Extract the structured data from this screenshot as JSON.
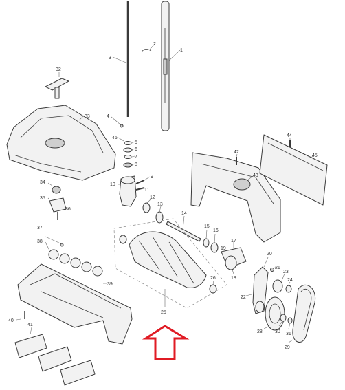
{
  "diagram": {
    "callouts": [
      "1",
      "2",
      "3",
      "4",
      "5",
      "6",
      "7",
      "8",
      "9",
      "10",
      "11",
      "12",
      "13",
      "14",
      "15",
      "16",
      "17",
      "18",
      "19",
      "20",
      "21",
      "22",
      "23",
      "24",
      "25",
      "26",
      "28",
      "29",
      "30",
      "31",
      "32",
      "33",
      "34",
      "35",
      "36",
      "37",
      "38",
      "39",
      "40",
      "41",
      "42",
      "43",
      "44",
      "45",
      "46"
    ],
    "highlight": {
      "target_part": "25",
      "arrow_color": "#e01b24",
      "arrow_direction": "up"
    },
    "colors": {
      "line": "#3a3a3a",
      "fill": "#f2f2f2",
      "background": "#ffffff"
    }
  }
}
